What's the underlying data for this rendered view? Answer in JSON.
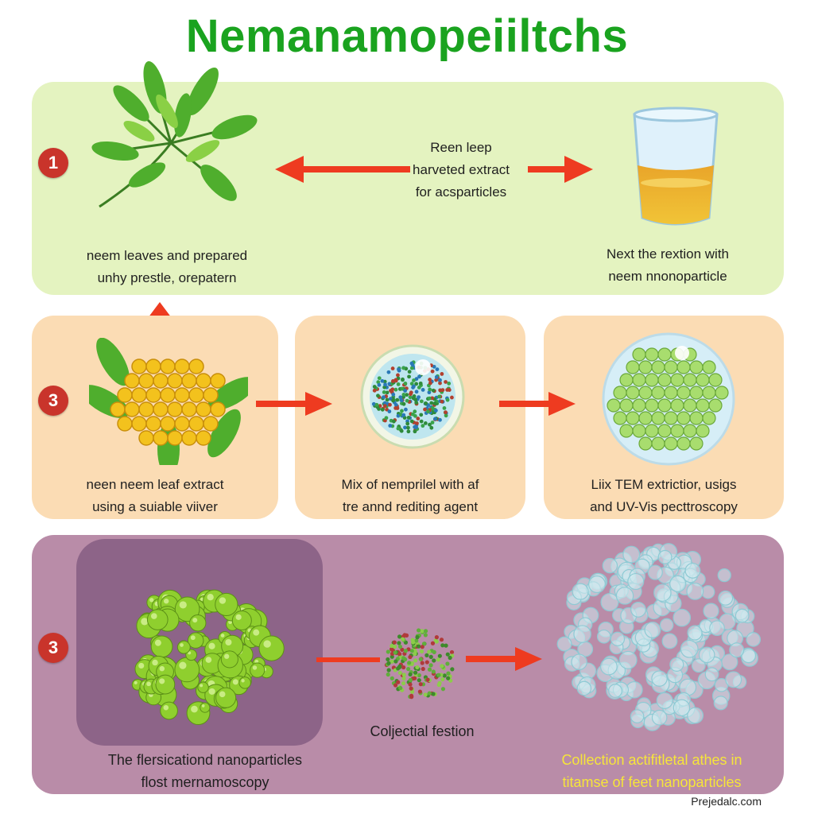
{
  "title": "Nemanamopeiiltchs",
  "colors": {
    "title": "#1aa31f",
    "arrow": "#ee3b20",
    "badge": "#c9342b",
    "row1_bg": "#e4f3c0",
    "row2_bg": "#fbdcb4",
    "row3_bg": "#b98ca8",
    "row3_inner": "#8d6488",
    "row3_highlight_text": "#f6e53a"
  },
  "row1": {
    "step": "1",
    "leaves_caption": [
      "neem leaves and prepared",
      "unhy prestle, orepatern"
    ],
    "arrow_label": [
      "Reen leep",
      "harveted extract",
      "for acsparticles"
    ],
    "beaker_caption": [
      "Next the rextion with",
      "neem nnonoparticle"
    ]
  },
  "row2": {
    "step": "3",
    "extract_caption": [
      "neen neem leaf extract",
      "using a suiable viiver"
    ],
    "mix_caption": [
      "Mix of nemprilel with af",
      "tre annd rediting agent"
    ],
    "tem_caption": [
      "Liix TEM extrictior, usigs",
      "and UV-Vis pecttroscopy"
    ]
  },
  "row3": {
    "step": "3",
    "cluster_caption": [
      "The flersicationd nanoparticles",
      "flost mernamoscopy"
    ],
    "center_caption": "Coljectial festion",
    "collection_caption": [
      "Collection actifitletal athes in",
      "titamse of feet nanoparticles"
    ]
  },
  "watermark": "Prejedalc.com"
}
